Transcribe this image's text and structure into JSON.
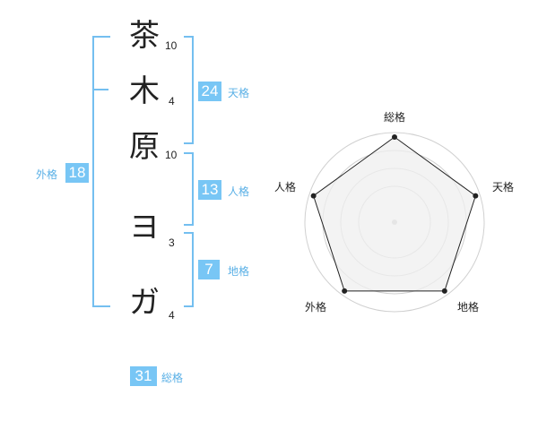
{
  "name_chars": [
    {
      "char": "茶",
      "strokes": "10"
    },
    {
      "char": "木",
      "strokes": "4"
    },
    {
      "char": "原",
      "strokes": "10"
    },
    {
      "char": "ヨ",
      "strokes": "3"
    },
    {
      "char": "ガ",
      "strokes": "4"
    }
  ],
  "fortunes": {
    "tenkaku": {
      "value": "24",
      "label": "天格"
    },
    "jinkaku": {
      "value": "13",
      "label": "人格"
    },
    "chikaku": {
      "value": "7",
      "label": "地格"
    },
    "gaikaku": {
      "value": "18",
      "label": "外格"
    },
    "soukaku": {
      "value": "31",
      "label": "総格"
    }
  },
  "radar": {
    "axes": [
      "総格",
      "天格",
      "地格",
      "外格",
      "人格"
    ],
    "levels": [
      4,
      4,
      4,
      4,
      4
    ],
    "max": 4,
    "colors": {
      "fill": "#efefef",
      "stroke": "#222222",
      "grid": "#d0d0d0"
    }
  }
}
